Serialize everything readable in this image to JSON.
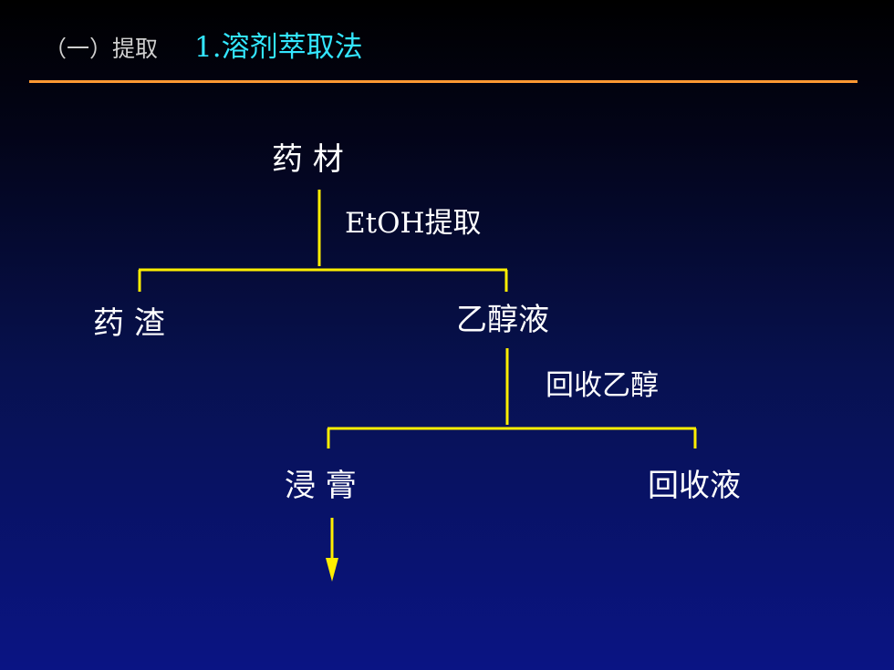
{
  "header": {
    "section": "（一）提取",
    "title": "1.溶剂萃取法"
  },
  "colors": {
    "rule": "#ff9933",
    "connector": "#ffee00",
    "title": "#33e6ff",
    "section": "#cfcfcf",
    "text": "#ffffff"
  },
  "diagram": {
    "nodes": {
      "herb": "药 材",
      "residue": "药 渣",
      "ethanol_solution": "乙醇液",
      "extract": "浸 膏",
      "recovered": "回收液"
    },
    "steps": {
      "etoh_extraction": "EtOH提取",
      "recover_ethanol": "回收乙醇"
    }
  }
}
